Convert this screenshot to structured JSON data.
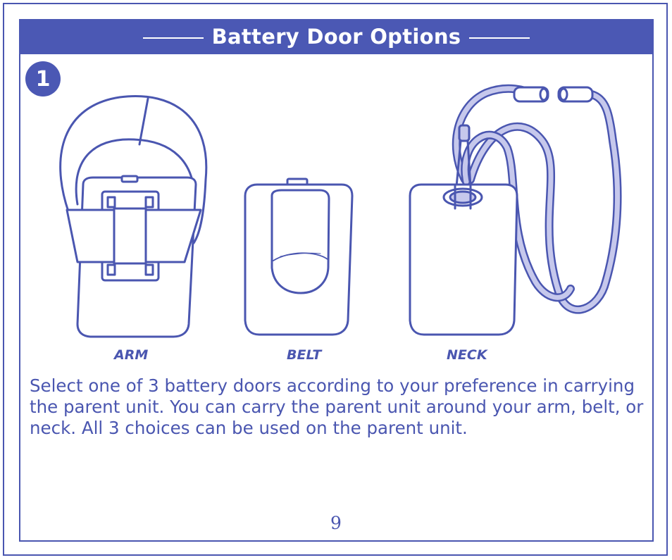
{
  "header": {
    "title": "Battery Door Options"
  },
  "step": {
    "number": "1"
  },
  "options": {
    "arm": "ARM",
    "belt": "BELT",
    "neck": "NECK"
  },
  "description": "Select one of 3 battery doors according to your preference in carrying the parent unit. You can carry the parent unit around your arm, belt, or neck. All 3 choices can be used on the parent unit.",
  "page_number": "9",
  "colors": {
    "accent": "#4b58b4",
    "lanyard": "#c6c8ec"
  }
}
